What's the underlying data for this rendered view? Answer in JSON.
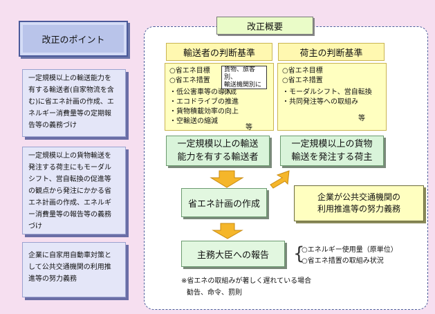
{
  "left": {
    "title": "改正のポイント",
    "boxes": [
      "一定規模以上の輸送能力を\n有する輸送者(自家物流を含\nむ)に省エネ計画の作成、エ\nネルギー消費量等の定期報\n告等の義務づけ",
      "一定規模以上の貨物輸送を\n発注する荷主にもモーダル\nシフト、営自転換の促進等\nの観点から発注にかかる省\nエネ計画の作成、エネルギ\nー消費量等の報告等の義務\nづけ",
      "企業に自家用自動車対策と\nして公共交通機関の利用推\n進等の努力義務"
    ]
  },
  "panel": {
    "title": "改正概要",
    "transporter": {
      "header": "輸送者の判断基準",
      "line1": "○省エネ目標",
      "line2": "○省エネ措置",
      "bracket": "貨物、旅客別、\n輸送機関別に\n作成",
      "items": [
        "・低公害車等の導入",
        "・エコドライブの推進",
        "・貨物積載効率の向上",
        "・空輸送の縮減"
      ],
      "etc": "等",
      "target": "一定規模以上の輸送\n能力を有する輸送者"
    },
    "shipper": {
      "header": "荷主の判断基準",
      "line1": "○省エネ目標",
      "line2": "○省エネ措置",
      "items": [
        "・モーダルシフト、営自転換",
        "・共同発注等への取組み"
      ],
      "etc": "等",
      "target": "一定規模以上の貨物\n輸送を発注する荷主"
    },
    "plan": "省エネ計画の作成",
    "company_note": "企業が公共交通機関の\n利用推進等の努力義務",
    "report": "主務大臣への報告",
    "report_items": [
      "○エネルギー使用量（原単位）",
      "○省エネ措置の取組み状況"
    ],
    "footnote1": "※省エネの取組みが著しく遅れている場合",
    "footnote2": "勧告、命令、罰則"
  },
  "colors": {
    "arrow": "#f5b62a",
    "green": "#d9f4da",
    "yellow": "#ffffc0",
    "panel_border": "#4a5a9a"
  }
}
